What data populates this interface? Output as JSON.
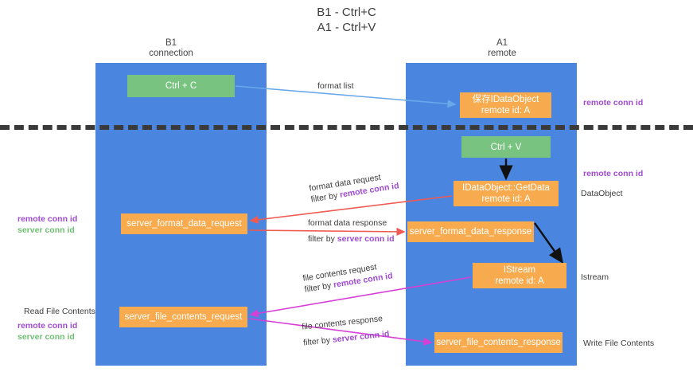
{
  "title": {
    "line1": "B1 - Ctrl+C",
    "line2": "A1 - Ctrl+V"
  },
  "lanes": [
    {
      "id": "b1",
      "name": "B1",
      "sub": "connection",
      "color": "#4a86e0"
    },
    {
      "id": "a1",
      "name": "A1",
      "sub": "remote",
      "color": "#4a86e0"
    }
  ],
  "boxes": {
    "ctrl_c": "Ctrl + C",
    "ctrl_v": "Ctrl + V",
    "idataobject_title": "保存IDataObject",
    "idataobject_sub": "remote id: A",
    "getdata_title": "IDataObject::GetData",
    "getdata_sub": "remote id: A",
    "istream_title": "IStream",
    "istream_sub": "remote id: A",
    "server_format_data_request": "server_format_data_request",
    "server_format_data_response": "server_format_data_response",
    "server_file_contents_request": "server_file_contents_request",
    "server_file_contents_response": "server_file_contents_response"
  },
  "edge_labels": {
    "format_list": "format list",
    "format_data_request": "format data request",
    "format_data_request_filter_prefix": "filter by ",
    "format_data_request_filter_key": "remote conn id",
    "format_data_response": "format data response",
    "format_data_response_filter_prefix": "filter by ",
    "format_data_response_filter_key": "server conn id",
    "file_contents_request": "file contents request",
    "file_contents_request_filter_prefix": "filter by ",
    "file_contents_request_filter_key": "remote conn id",
    "file_contents_response": "file contents response",
    "file_contents_response_filter_prefix": "filter by ",
    "file_contents_response_filter_key": "server conn id"
  },
  "annotations": {
    "right_remote_conn_id_top": "remote conn id",
    "right_remote_conn_id_mid": "remote conn id",
    "right_dataobject": "DataObject",
    "right_istream": "Istream",
    "right_write_file_contents": "Write File Contents",
    "left_remote_conn_id_1": "remote conn id",
    "left_server_conn_id_1": "server conn id",
    "left_read_file_contents": "Read File Contents",
    "left_remote_conn_id_2": "remote conn id",
    "left_server_conn_id_2": "server conn id"
  },
  "colors": {
    "lane": "#4a86e0",
    "green_box": "#78c37f",
    "orange_box": "#f8ab4e",
    "purple": "#a04ad0",
    "green_text": "#6fbf73",
    "arrow_blue": "#6aa9e9",
    "arrow_red": "#ef5a52",
    "arrow_magenta": "#d63fd6",
    "arrow_black": "#111111",
    "dashed_separator": "#3a3a3a"
  }
}
